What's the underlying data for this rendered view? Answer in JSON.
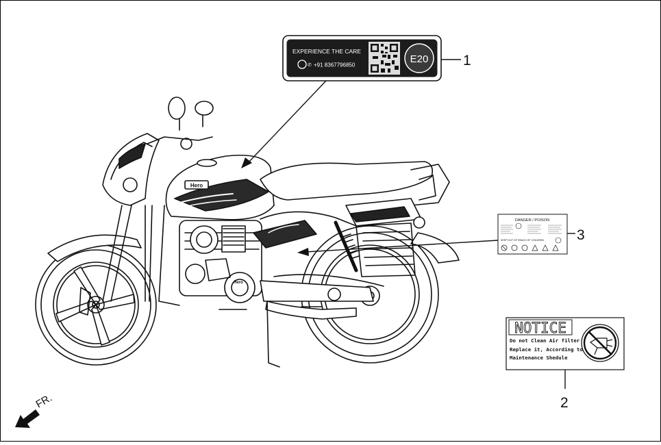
{
  "callouts": {
    "one": "1",
    "two": "2",
    "three": "3"
  },
  "label_1": {
    "headline": "EXPERIENCE THE CARE",
    "phone": "+91 8367796850",
    "badge": "E20"
  },
  "label_2": {
    "title": "NOTICE",
    "lines": [
      "Do not Clean Air filter",
      "Replace it, According to",
      "Maintenance Shedule"
    ]
  },
  "label_3": {
    "title": "DANGER / POISON",
    "footer": "KEEP OUT OF REACH OF CHILDREN"
  },
  "bike": {
    "brand": "Hero",
    "engine_badge": "Hero"
  },
  "direction": "FR.",
  "colors": {
    "line": "#111111",
    "label_fill": "#1c1c1c",
    "tank_graphic": "#2a2a2a"
  }
}
